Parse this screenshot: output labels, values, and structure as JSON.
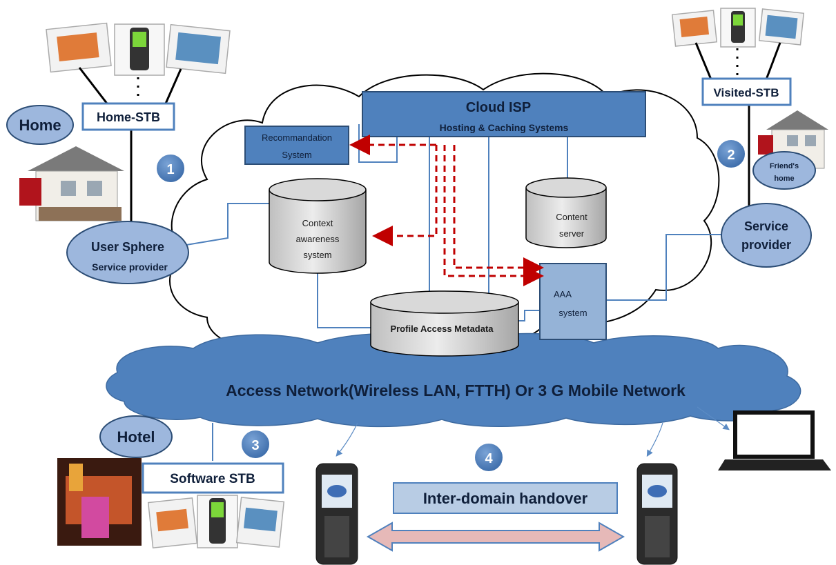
{
  "cloud_isp": {
    "title": "Cloud ISP",
    "subtitle": "Hosting & Caching  Systems"
  },
  "systems": {
    "recommendation": [
      "Recommandation",
      "System"
    ],
    "context": [
      "Context",
      "awareness",
      "system"
    ],
    "content_server": [
      "Content",
      "server"
    ],
    "aaa": [
      "AAA",
      "system"
    ],
    "profile": "Profile Access Metadata"
  },
  "access_network": "Access Network(Wireless LAN, FTTH)  Or 3 G Mobile Network",
  "stb": {
    "home": "Home-STB",
    "visited": "Visited-STB",
    "software": "Software STB"
  },
  "places": {
    "home": "Home",
    "hotel": "Hotel",
    "friends_home": [
      "Friend's",
      "home"
    ]
  },
  "providers": {
    "user_sphere": [
      "User Sphere",
      "Service provider"
    ],
    "service": [
      "Service",
      "provider"
    ]
  },
  "markers": [
    "1",
    "2",
    "3",
    "4"
  ],
  "handover": "Inter-domain handover",
  "colors": {
    "box_fill": "#4f81bd",
    "box_border": "#2c4d75",
    "ellipse_fill": "#9db7dd",
    "network_cloud": "#4f81bd",
    "cylinder_fill": "#d9d9d9",
    "dashed_arrow": "#c00000",
    "handover_arrow": "#e6b9b8"
  }
}
